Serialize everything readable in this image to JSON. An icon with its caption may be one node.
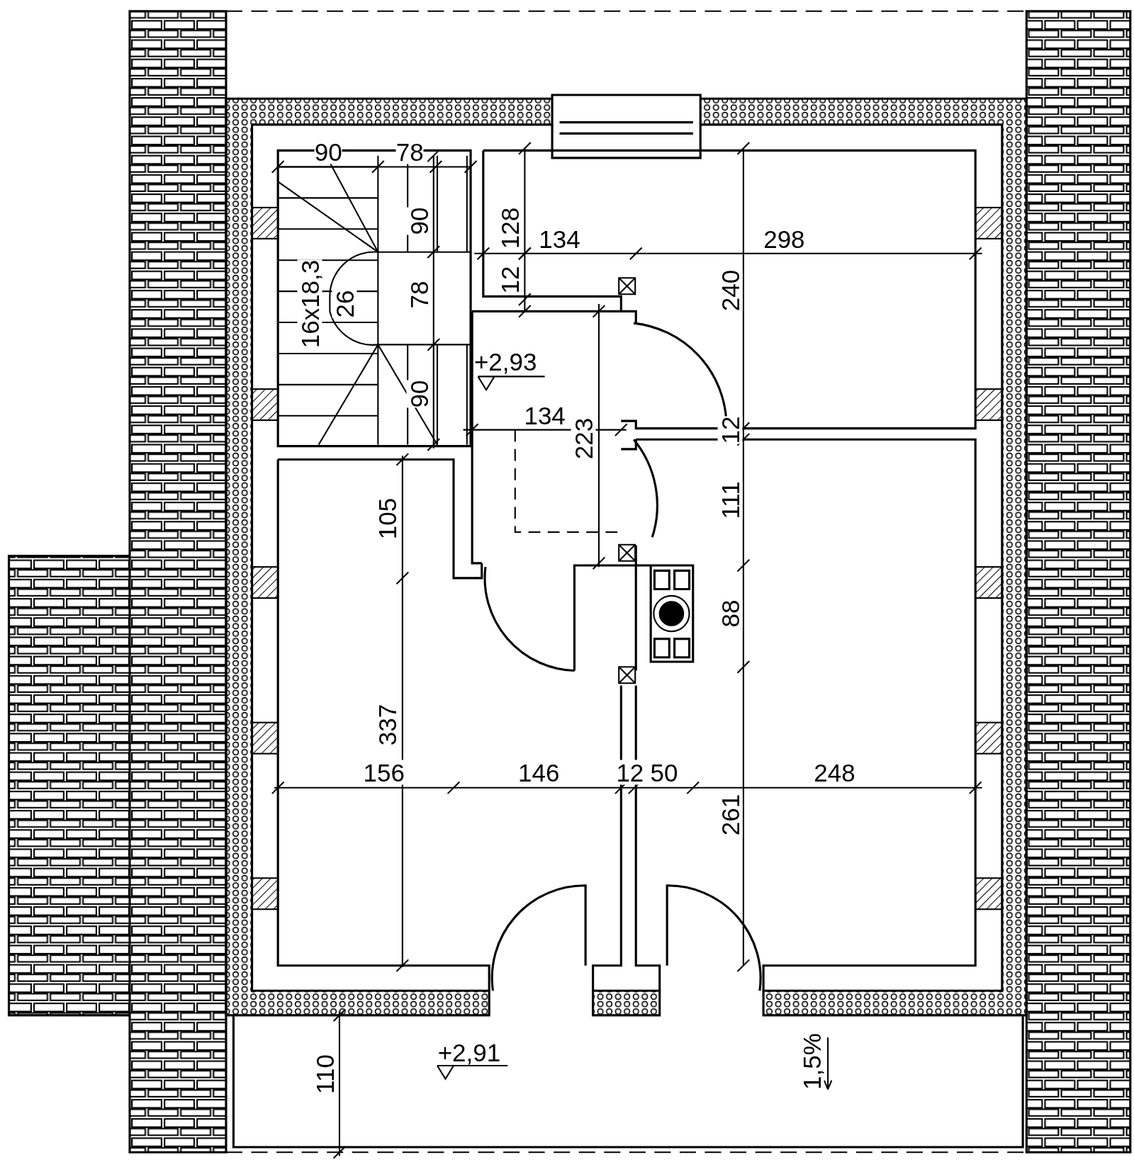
{
  "diagram": {
    "labels": [
      "90",
      "78",
      "90",
      "128",
      "134",
      "298",
      "16x18,3",
      "26",
      "78",
      "12",
      "240",
      "+2,93",
      "90",
      "134",
      "223",
      "12",
      "105",
      "111",
      "88",
      "337",
      "156",
      "146",
      "12",
      "50",
      "248",
      "261",
      "+2,91",
      "110",
      "1,5%"
    ]
  }
}
